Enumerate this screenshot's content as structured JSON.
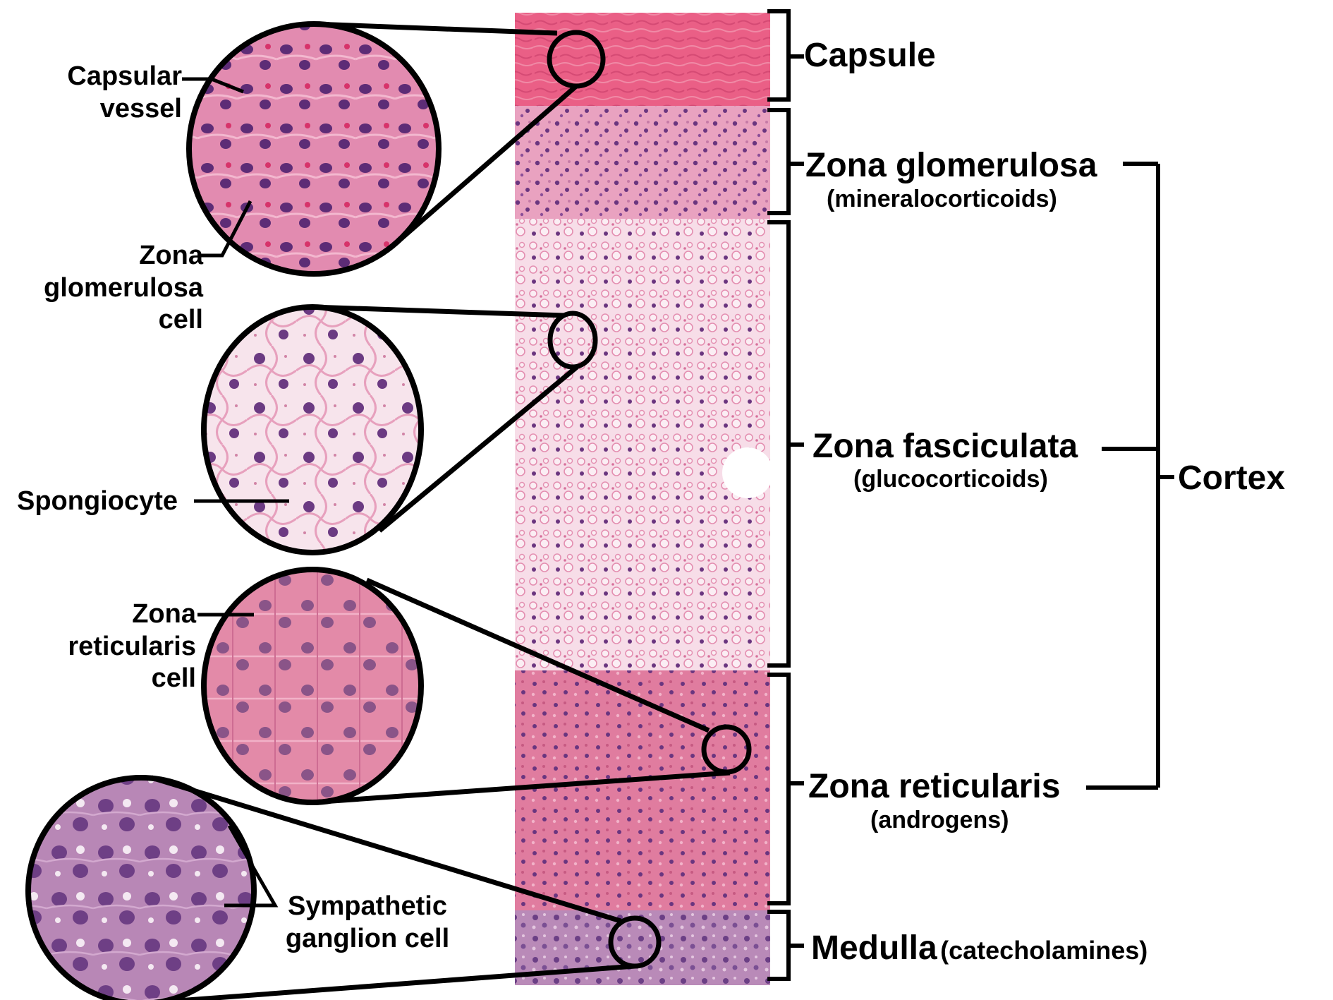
{
  "zones": {
    "capsule": {
      "name": "Capsule"
    },
    "glomerulosa": {
      "name": "Zona glomerulosa",
      "hormone": "(mineralocorticoids)"
    },
    "fasciculata": {
      "name": "Zona fasciculata",
      "hormone": "(glucocorticoids)"
    },
    "reticularis": {
      "name": "Zona reticularis",
      "hormone": "(androgens)"
    },
    "medulla": {
      "name": "Medulla",
      "hormone": "(catecholamines)"
    }
  },
  "cortex_label": "Cortex",
  "insets": {
    "capsular_vessel": {
      "line1": "Capsular",
      "line2": "vessel"
    },
    "glomerulosa_cell": {
      "line1": "Zona",
      "line2": "glomerulosa",
      "line3": "cell"
    },
    "spongiocyte": {
      "line1": "Spongiocyte"
    },
    "reticularis_cell": {
      "line1": "Zona",
      "line2": "reticularis",
      "line3": "cell"
    },
    "ganglion_cell": {
      "line1": "Sympathetic",
      "line2": "ganglion cell"
    }
  },
  "colors": {
    "tissue_base": "#e2739a",
    "capsule_tissue": "#ea5f86",
    "medulla_tissue": "#b77fb0",
    "nucleus": "#5e2f78",
    "outline": "#000000"
  }
}
